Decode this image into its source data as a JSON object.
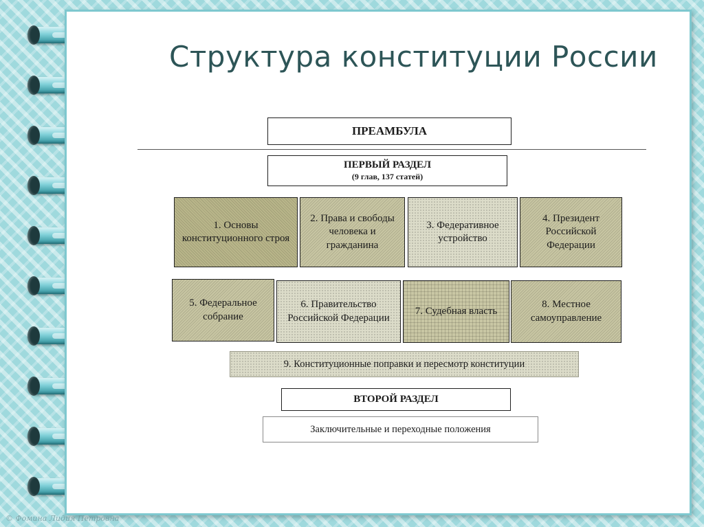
{
  "title": "Структура конституции России",
  "preamble": "ПРЕАМБУЛА",
  "first_section": {
    "label": "ПЕРВЫЙ РАЗДЕЛ",
    "detail": "(9 глав, 137 статей)"
  },
  "chapters_row1": [
    "1. Основы конституционного строя",
    "2. Права и свободы человека и гражданина",
    "3. Федеративное устройство",
    "4. Президент Российской Федерации"
  ],
  "chapters_row2": [
    "5. Федеральное собрание",
    "6. Правительство Российской Федерации",
    "7. Судебная власть",
    "8. Местное самоуправление"
  ],
  "chapter9": "9. Конституционные поправки и пересмотр конституции",
  "second_section": "ВТОРОЙ РАЗДЕЛ",
  "final_provisions": "Заключительные и переходные положения",
  "signature": "© Фомина Лидия Петровна",
  "colors": {
    "background": "#9fd9dd",
    "title": "#2d5557",
    "sheet_border": "#7ec8cf"
  }
}
